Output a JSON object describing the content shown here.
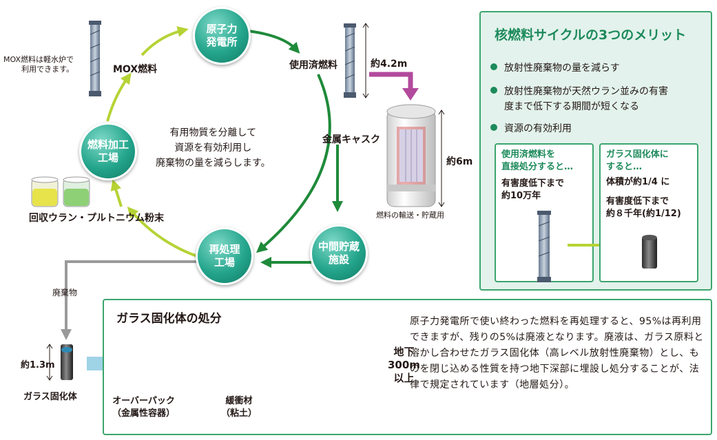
{
  "cycle": {
    "npp": "原子力\n発電所",
    "fuel_fab": "燃料加工\n工場",
    "reprocessing": "再処理\n工場",
    "interim_storage": "中間貯蔵\n施設",
    "mox_label": "MOX燃料",
    "mox_note": "MOX燃料は軽水炉で\n利用できます。",
    "spent_fuel_label": "使用済燃料",
    "spent_fuel_height": "約4.2m",
    "cask_label": "金属キャスク",
    "cask_height": "約6m",
    "cask_note": "燃料の輸送・貯蔵用",
    "powder_label": "回収ウラン・プルトニウム粉末",
    "center_text": "有用物質を分離して\n資源を有効利用し\n廃棄物の量を減らします。",
    "waste_label": "廃棄物",
    "glass_height": "約1.3m",
    "glass_label": "ガラス固化体"
  },
  "merits": {
    "title": "核燃料サイクルの3つのメリット",
    "items": [
      "放射性廃棄物の量を減らす",
      "放射性廃棄物が天然ウラン並みの有害\n度まで低下する期間が短くなる",
      "資源の有効利用"
    ],
    "direct_head": "使用済燃料を\n直接処分すると…",
    "direct_body": "有害度低下まで\n約10万年",
    "vitrified_head": "ガラス固化体に\nすると…",
    "vitrified_body1": "体積が約1/4 に",
    "vitrified_body2": "有害度低下まで\n約８千年(約1/12)"
  },
  "disposal": {
    "title": "ガラス固化体の処分",
    "overpack": "オーバーパック\n（金属性容器）",
    "buffer": "緩衝材\n（粘土）",
    "depth": "地下\n300m\n以上",
    "description": "原子力発電所で使い終わった燃料を再処理すると、95%は再利用できますが、残りの5%は廃液となります。廃液は、ガラス原料と溶かし合わせたガラス固化体（高レベル放射性廃棄物）とし、ものを閉じ込める性質を持つ地下深部に埋設し処分することが、法律で規定されています（地層処分）。"
  },
  "colors": {
    "dark_green": "#1f8a3a",
    "light_green": "#b5d334",
    "purple": "#b24a9c",
    "teal": "#24a58c",
    "light_blue": "#9fd3e6",
    "gray": "#9a9a9a"
  }
}
